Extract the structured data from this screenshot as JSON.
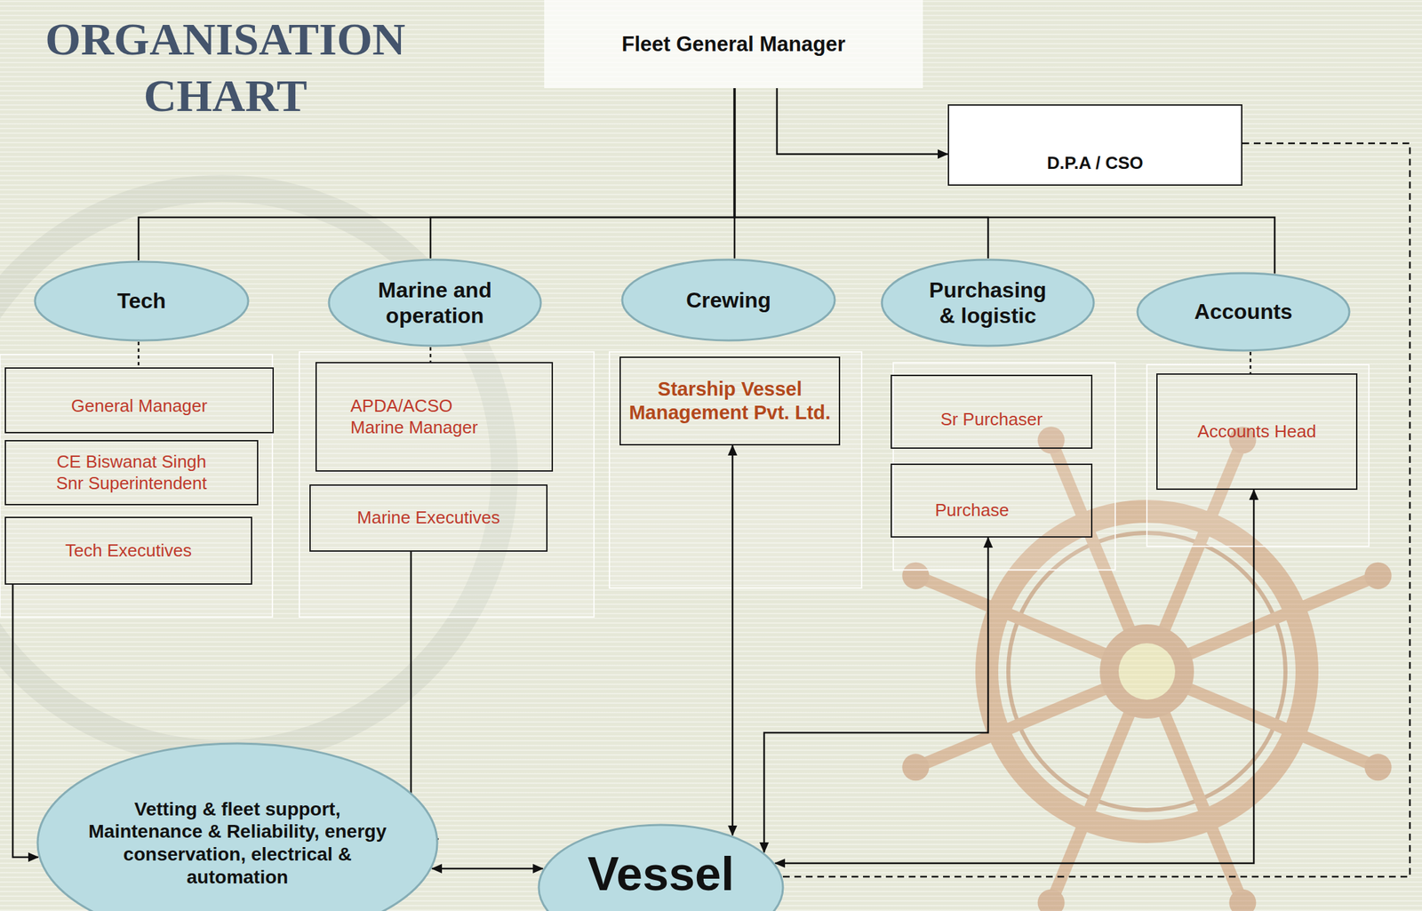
{
  "diagram": {
    "title": "ORGANISATION CHART",
    "nodes": [
      {
        "text": [
          "Fleet General Manager"
        ]
      },
      {
        "text": [
          "D.P.A / CSO"
        ]
      },
      {
        "text": [
          "Tech"
        ]
      },
      {
        "text": [
          "Marine and operation"
        ]
      },
      {
        "text": [
          "Crewing"
        ]
      },
      {
        "text": [
          "Purchasing & logistic"
        ]
      },
      {
        "text": [
          "Accounts"
        ]
      },
      {
        "text": [
          "General Manager"
        ]
      },
      {
        "text": [
          "CE Biswanat Singh Snr Superintendent"
        ]
      },
      {
        "text": [
          "Tech Executives"
        ]
      },
      {
        "text": [
          "APDA/ACSO Marine Manager"
        ]
      },
      {
        "text": [
          "Marine Executives"
        ]
      },
      {
        "text": [
          "Starship Vessel Management Pvt. Ltd."
        ]
      },
      {
        "text": [
          "Sr Purchaser"
        ]
      },
      {
        "text": [
          "Purchase"
        ]
      },
      {
        "text": [
          "Accounts Head"
        ]
      },
      {
        "text": [
          "Vetting & fleet support, Maintenance & Reliability, energy conservation, electrical & automation"
        ]
      },
      {
        "text": [
          "Vessel"
        ]
      }
    ],
    "edges": [
      {
        "from": 0,
        "to": 1,
        "arrow": "to"
      },
      {
        "from": 0,
        "to": 2,
        "arrow": "none"
      },
      {
        "from": 0,
        "to": 3,
        "arrow": "none"
      },
      {
        "from": 0,
        "to": 4,
        "arrow": "none"
      },
      {
        "from": 0,
        "to": 5,
        "arrow": "none"
      },
      {
        "from": 0,
        "to": 6,
        "arrow": "none"
      },
      {
        "from": 1,
        "to": 17,
        "arrow": "none"
      },
      {
        "from": 2,
        "to": 7,
        "arrow": "none"
      },
      {
        "from": 3,
        "to": 10,
        "arrow": "none"
      },
      {
        "from": 6,
        "to": 15,
        "arrow": "none"
      },
      {
        "from": 9,
        "to": 16,
        "arrow": "to"
      },
      {
        "from": 11,
        "to": 16,
        "arrow": "to"
      },
      {
        "from": 16,
        "to": 17,
        "arrow": "both"
      },
      {
        "from": 12,
        "to": 17,
        "arrow": "both"
      },
      {
        "from": 14,
        "to": 17,
        "arrow": "both"
      },
      {
        "from": 15,
        "to": 17,
        "arrow": "both"
      }
    ]
  }
}
